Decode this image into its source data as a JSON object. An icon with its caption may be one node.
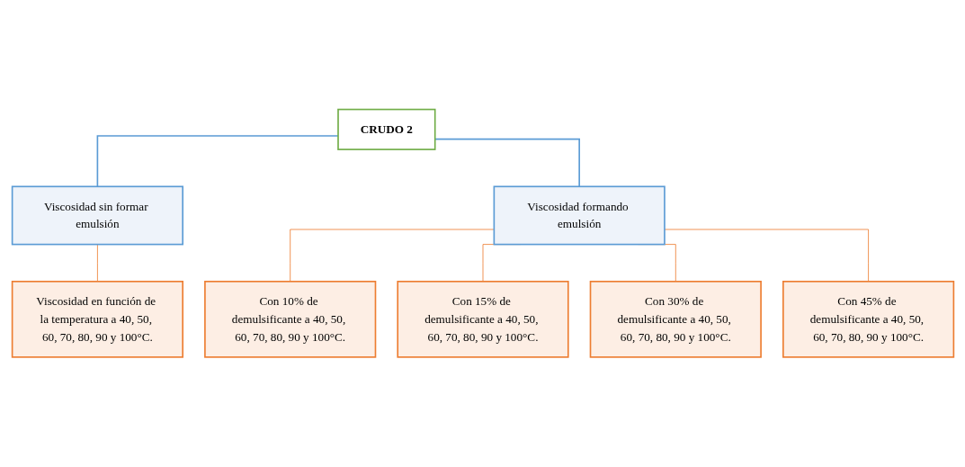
{
  "diagram": {
    "nodes": [
      {
        "text": [
          "CRUDO 2"
        ]
      },
      {
        "text": [
          "Viscosidad sin formar emulsión"
        ]
      },
      {
        "text": [
          "Viscosidad formando emulsión"
        ]
      },
      {
        "text": [
          "Viscosidad en función de la temperatura a 40, 50, 60, 70, 80, 90 y 100°C."
        ]
      },
      {
        "text": [
          "Con 10% de demulsificante a 40, 50, 60, 70, 80, 90 y 100°C."
        ]
      },
      {
        "text": [
          "Con 15% de demulsificante a 40, 50, 60, 70, 80, 90 y 100°C."
        ]
      },
      {
        "text": [
          "Con 30% de demulsificante a 40, 50, 60, 70, 80, 90 y 100°C."
        ]
      },
      {
        "text": [
          "Con 45% de demulsificante a 40, 50, 60, 70, 80, 90 y 100°C."
        ]
      }
    ],
    "edges": [
      {
        "from": 0,
        "to": 1,
        "arrow": "none",
        "color": "#5b9bd5"
      },
      {
        "from": 0,
        "to": 2,
        "arrow": "none",
        "color": "#5b9bd5"
      },
      {
        "from": 1,
        "to": 3,
        "arrow": "none"
      },
      {
        "from": 2,
        "to": 4,
        "arrow": "none"
      },
      {
        "from": 2,
        "to": 5,
        "arrow": "none"
      },
      {
        "from": 2,
        "to": 6,
        "arrow": "none"
      },
      {
        "from": 2,
        "to": 7,
        "arrow": "none"
      }
    ]
  }
}
